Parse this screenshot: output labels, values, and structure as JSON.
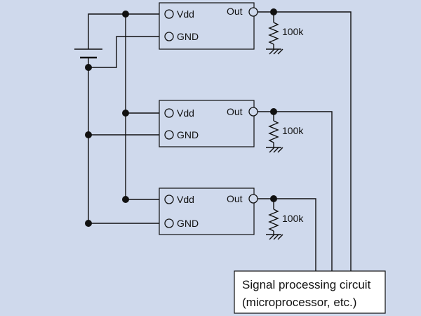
{
  "sensors": [
    {
      "vdd_label": "Vdd",
      "gnd_label": "GND",
      "out_label": "Out",
      "resistor_label": "100k"
    },
    {
      "vdd_label": "Vdd",
      "gnd_label": "GND",
      "out_label": "Out",
      "resistor_label": "100k"
    },
    {
      "vdd_label": "Vdd",
      "gnd_label": "GND",
      "out_label": "Out",
      "resistor_label": "100k"
    }
  ],
  "processor": {
    "line1": "Signal processing circuit",
    "line2": "(microprocessor, etc.)"
  },
  "colors": {
    "background": "#cfd9ec",
    "line": "#111111"
  }
}
